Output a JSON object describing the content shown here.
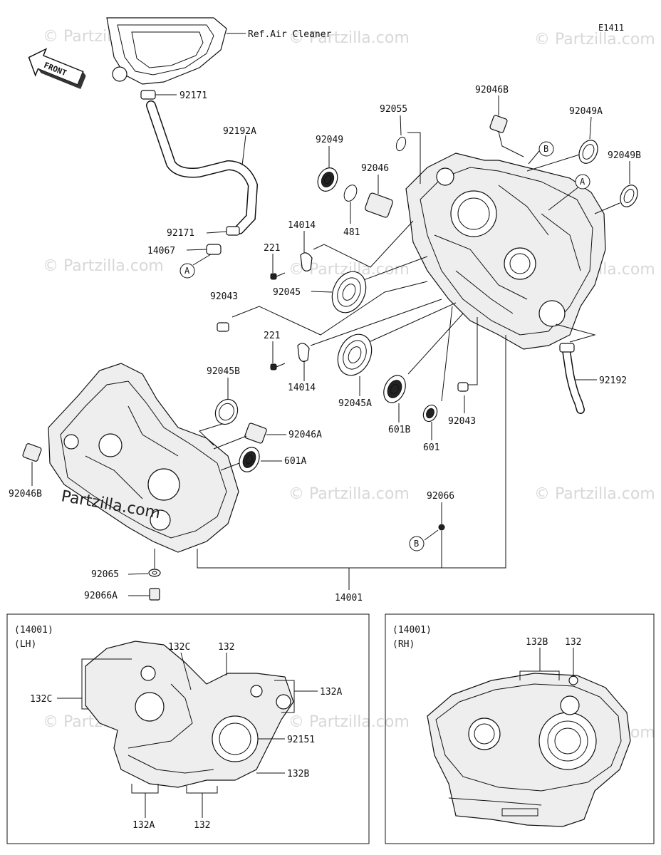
{
  "diagram_id": "E1411",
  "front_label": "FRONT",
  "ref_air_cleaner": "Ref.Air Cleaner",
  "watermark_text": "© Partzilla.com",
  "watermark_logo": "Partzilla.com",
  "callouts": {
    "a": "A",
    "b": "B"
  },
  "parts": {
    "p92171_top": "92171",
    "p92192A": "92192A",
    "p92171_mid": "92171",
    "p14067": "14067",
    "p92055": "92055",
    "p92046B_top": "92046B",
    "p92049A": "92049A",
    "p92049B": "92049B",
    "p92049": "92049",
    "p92046": "92046",
    "p481": "481",
    "p14014_top": "14014",
    "p221_top": "221",
    "p92045": "92045",
    "p92043_left": "92043",
    "p221_bot": "221",
    "p14014_bot": "14014",
    "p92045A": "92045A",
    "p601B": "601B",
    "p601": "601",
    "p92043_right": "92043",
    "p92192": "92192",
    "p92045B": "92045B",
    "p92046A": "92046A",
    "p601A": "601A",
    "p92046B_left": "92046B",
    "p92066": "92066",
    "p92065": "92065",
    "p92066A": "92066A",
    "p14001": "14001"
  },
  "inset_lh": {
    "header_line1": "(14001)",
    "header_line2": "(LH)",
    "p132C_top": "132C",
    "p132_top": "132",
    "p132C_left": "132C",
    "p132A_right": "132A",
    "p92151": "92151",
    "p132B": "132B",
    "p132A_bottom": "132A",
    "p132_bottom": "132"
  },
  "inset_rh": {
    "header_line1": "(14001)",
    "header_line2": "(RH)",
    "p132B": "132B",
    "p132": "132"
  }
}
